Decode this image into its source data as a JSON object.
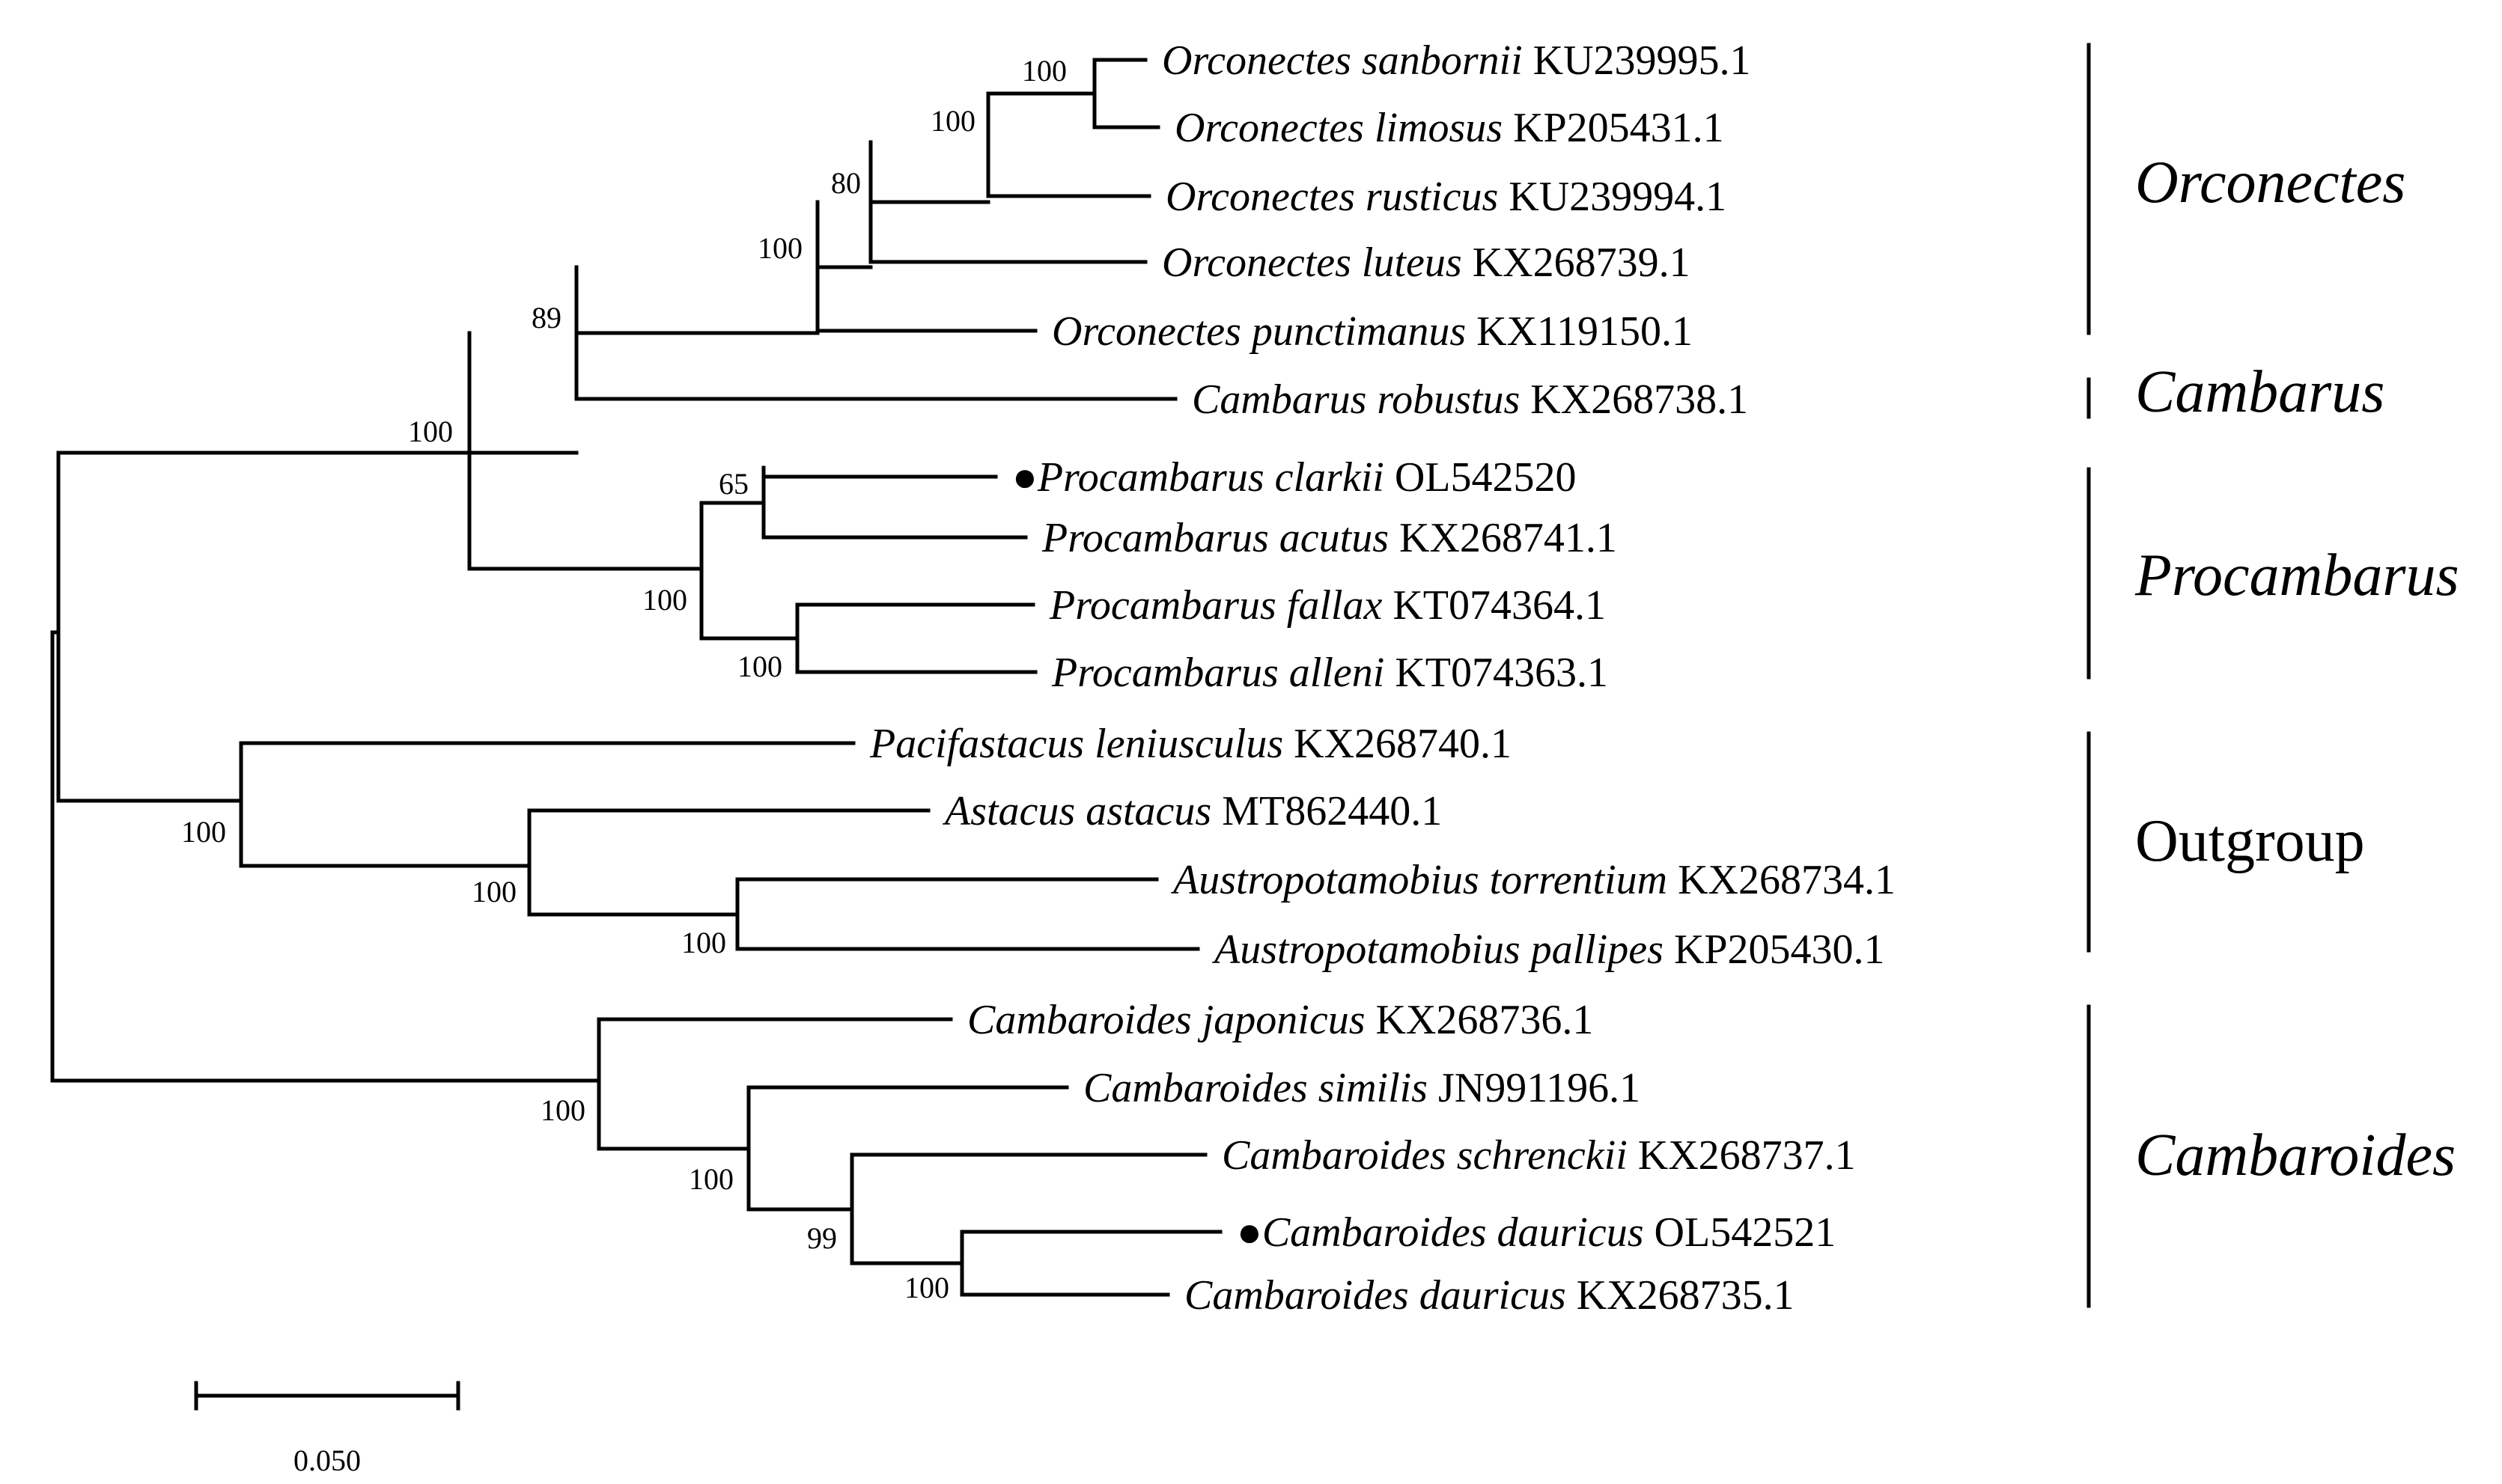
{
  "taxa": [
    {
      "species": "Orconectes sanbornii",
      "accession": "KU239995.1",
      "marked": false
    },
    {
      "species": "Orconectes limosus",
      "accession": "KP205431.1",
      "marked": false
    },
    {
      "species": "Orconectes rusticus",
      "accession": "KU239994.1",
      "marked": false
    },
    {
      "species": "Orconectes luteus",
      "accession": "KX268739.1",
      "marked": false
    },
    {
      "species": "Orconectes punctimanus",
      "accession": "KX119150.1",
      "marked": false
    },
    {
      "species": "Cambarus robustus",
      "accession": "KX268738.1",
      "marked": false
    },
    {
      "species": "Procambarus clarkii",
      "accession": "OL542520",
      "marked": true
    },
    {
      "species": "Procambarus acutus",
      "accession": "KX268741.1",
      "marked": false
    },
    {
      "species": "Procambarus fallax",
      "accession": "KT074364.1",
      "marked": false
    },
    {
      "species": "Procambarus alleni",
      "accession": "KT074363.1",
      "marked": false
    },
    {
      "species": "Pacifastacus leniusculus",
      "accession": "KX268740.1",
      "marked": false
    },
    {
      "species": "Astacus astacus",
      "accession": "MT862440.1",
      "marked": false
    },
    {
      "species": "Austropotamobius torrentium",
      "accession": "KX268734.1",
      "marked": false
    },
    {
      "species": "Austropotamobius pallipes",
      "accession": "KP205430.1",
      "marked": false
    },
    {
      "species": "Cambaroides japonicus",
      "accession": "KX268736.1",
      "marked": false
    },
    {
      "species": "Cambaroides similis",
      "accession": "JN991196.1",
      "marked": false
    },
    {
      "species": "Cambaroides schrenckii",
      "accession": "KX268737.1",
      "marked": false
    },
    {
      "species": "Cambaroides dauricus",
      "accession": "OL542521",
      "marked": true
    },
    {
      "species": "Cambaroides dauricus",
      "accession": "KX268735.1",
      "marked": false
    }
  ],
  "bootstrap_values": [
    "100",
    "100",
    "80",
    "100",
    "89",
    "100",
    "65",
    "100",
    "100",
    "100",
    "100",
    "100",
    "100",
    "100",
    "99",
    "100"
  ],
  "groups": [
    {
      "label": "Orconectes",
      "italic": true
    },
    {
      "label": "Cambarus",
      "italic": true
    },
    {
      "label": "Procambarus",
      "italic": true
    },
    {
      "label": "Outgroup",
      "italic": false
    },
    {
      "label": "Cambaroides",
      "italic": true
    }
  ],
  "scale_bar": {
    "length": 0.05,
    "label": "0.050"
  },
  "marker_glyph": "●"
}
